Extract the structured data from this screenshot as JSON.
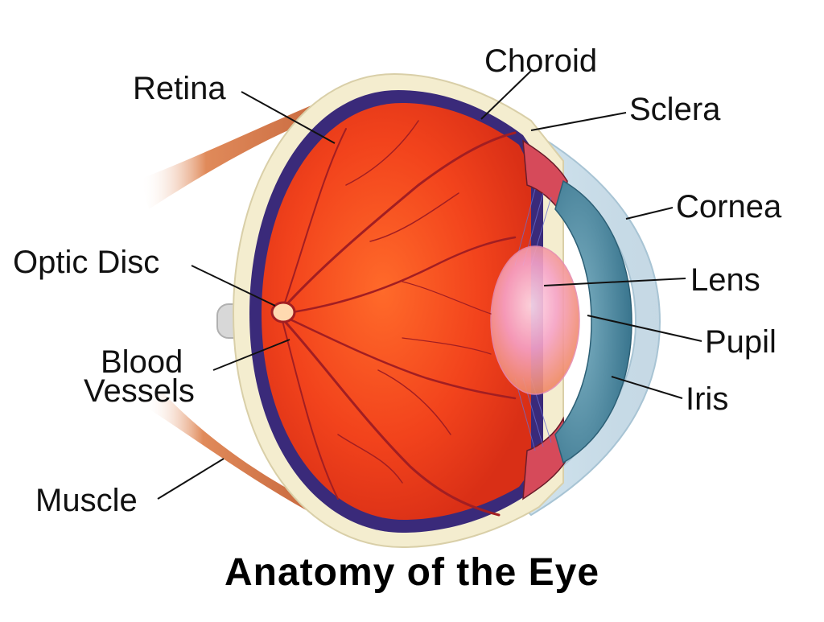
{
  "diagram": {
    "title": "Anatomy of the Eye",
    "labels": {
      "retina": "Retina",
      "choroid": "Choroid",
      "sclera": "Sclera",
      "cornea": "Cornea",
      "optic_disc": "Optic Disc",
      "lens": "Lens",
      "blood_vessels_line1": "Blood",
      "blood_vessels_line2": "Vessels",
      "pupil": "Pupil",
      "iris": "Iris",
      "muscle": "Muscle"
    },
    "colors": {
      "vitreous": "#f2431c",
      "choroid": "#3a2a7a",
      "sclera": "#f4edcf",
      "muscle": "#c9653a",
      "iris": "#4c8fa8",
      "lens": "#f7a3c8",
      "vessel": "#a21e22"
    }
  }
}
